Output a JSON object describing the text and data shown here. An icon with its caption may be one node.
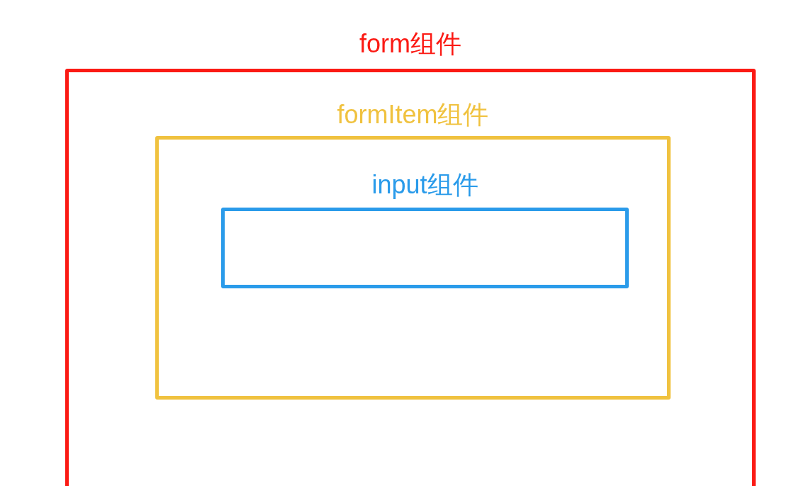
{
  "diagram": {
    "nodes": [
      {
        "text": [
          "form组件"
        ]
      },
      {
        "text": [
          "formItem组件"
        ],
        "in": 0
      },
      {
        "text": [
          "input组件"
        ],
        "in": 1
      }
    ]
  }
}
